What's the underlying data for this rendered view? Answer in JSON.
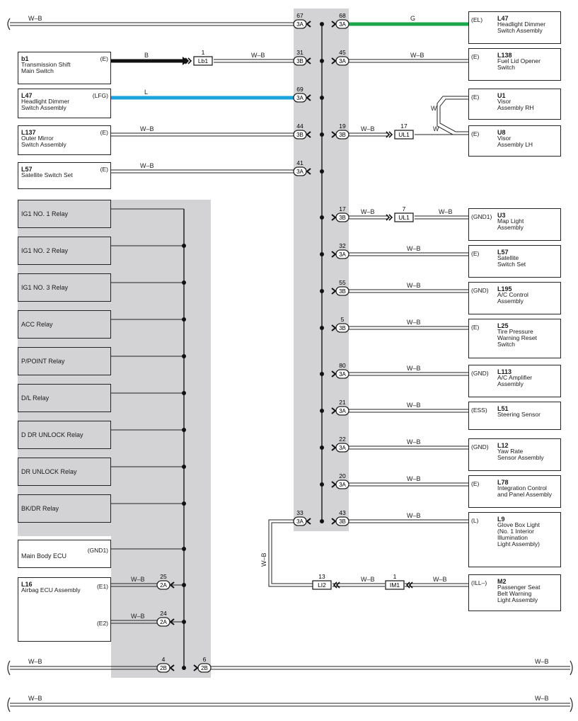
{
  "wire_color": "W–B",
  "bus_wires": [
    "W–B",
    "W–B",
    "W–B",
    "W–B",
    "W–B"
  ],
  "junction_connectors": [
    {
      "num": "67",
      "conn": "3A"
    },
    {
      "num": "68",
      "conn": "3A"
    },
    {
      "num": "31",
      "conn": "3B"
    },
    {
      "num": "45",
      "conn": "3A"
    },
    {
      "num": "69",
      "conn": "3A"
    },
    {
      "num": "44",
      "conn": "3B"
    },
    {
      "num": "19",
      "conn": "3B"
    },
    {
      "num": "41",
      "conn": "3A"
    },
    {
      "num": "17",
      "conn": "3B"
    },
    {
      "num": "32",
      "conn": "3A"
    },
    {
      "num": "55",
      "conn": "3B"
    },
    {
      "num": "5",
      "conn": "3B"
    },
    {
      "num": "80",
      "conn": "3A"
    },
    {
      "num": "21",
      "conn": "3A"
    },
    {
      "num": "22",
      "conn": "3A"
    },
    {
      "num": "20",
      "conn": "3A"
    },
    {
      "num": "33",
      "conn": "3A"
    },
    {
      "num": "43",
      "conn": "3B"
    },
    {
      "num": "25",
      "conn": "2A"
    },
    {
      "num": "24",
      "conn": "2A"
    },
    {
      "num": "4",
      "conn": "2B"
    },
    {
      "num": "6",
      "conn": "2B"
    }
  ],
  "inline_connectors": [
    {
      "num": "1",
      "name": "Lb1"
    },
    {
      "num": "17",
      "name": "UL1"
    },
    {
      "num": "7",
      "name": "UL1"
    },
    {
      "num": "13",
      "name": "LI2"
    },
    {
      "num": "1",
      "name": "IM1"
    }
  ],
  "wire_labels": {
    "g": "G",
    "b": "B",
    "l": "L",
    "w1": "W",
    "w2": "W"
  },
  "left_components": [
    {
      "code": "b1",
      "name": "Transmission Shift\nMain Switch",
      "pin": "(E)"
    },
    {
      "code": "L47",
      "name": "Headlight Dimmer\nSwitch Assembly",
      "pin": "(LFG)"
    },
    {
      "code": "L137",
      "name": "Outer Mirror\nSwitch Assembly",
      "pin": "(E)"
    },
    {
      "code": "L57",
      "name": "Satellite Switch Set",
      "pin": "(E)"
    }
  ],
  "relays": [
    "IG1 NO. 1 Relay",
    "IG1 NO. 2 Relay",
    "IG1 NO. 3 Relay",
    "ACC Relay",
    "P/POINT Relay",
    "D/L Relay",
    "D DR UNLOCK Relay",
    "DR UNLOCK Relay",
    "BK/DR Relay"
  ],
  "main_body_ecu": {
    "name": "Main Body ECU",
    "pin": "(GND1)"
  },
  "airbag_ecu": {
    "code": "L16",
    "name": "Airbag ECU Assembly",
    "pin1": "(E1)",
    "pin2": "(E2)"
  },
  "right_components": [
    {
      "code": "L47",
      "name": "Headlight Dimmer\nSwitch Assembly",
      "pin": "(EL)"
    },
    {
      "code": "L138",
      "name": "Fuel Lid Opener\nSwitch",
      "pin": "(E)"
    },
    {
      "code": "U1",
      "name": "Visor\nAssembly RH",
      "pin": "(E)"
    },
    {
      "code": "U8",
      "name": "Visor\nAssembly LH",
      "pin": "(E)"
    },
    {
      "code": "U3",
      "name": "Map Light\nAssembly",
      "pin": "(GND1)"
    },
    {
      "code": "L57",
      "name": "Satellite\nSwitch Set",
      "pin": "(E)"
    },
    {
      "code": "L195",
      "name": "A/C Control\nAssembly",
      "pin": "(GND)"
    },
    {
      "code": "L25",
      "name": "Tire Pressure\nWarning Reset\nSwitch",
      "pin": "(E)"
    },
    {
      "code": "L113",
      "name": "A/C Amplifier\nAssembly",
      "pin": "(GND)"
    },
    {
      "code": "L51",
      "name": "Steering Sensor",
      "pin": "(ESS)"
    },
    {
      "code": "L12",
      "name": "Yaw Rate\nSensor Assembly",
      "pin": "(GND)"
    },
    {
      "code": "L78",
      "name": "Integration Control\nand Panel Assembly",
      "pin": "(E)"
    },
    {
      "code": "L9",
      "name": "Glove Box Light\n(No.  1 Interior\n Illumination\n Light Assembly)",
      "pin": "(L)"
    },
    {
      "code": "M2",
      "name": "Passenger Seat\nBelt Warning\nLight Assembly",
      "pin": "(ILL–)"
    }
  ],
  "colors": {
    "wire_green": "#1aa64b",
    "wire_blue": "#1aa3dd",
    "wire_black": "#111111",
    "junction_bg": "#d3d3d5"
  }
}
